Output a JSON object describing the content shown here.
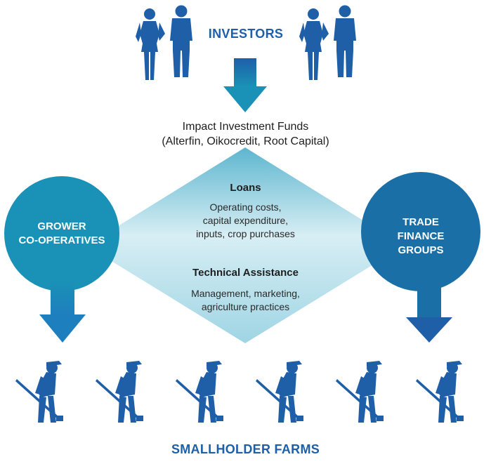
{
  "investors": {
    "label": "INVESTORS"
  },
  "funds": {
    "title": "Impact Investment Funds",
    "examples": "(Alterfin, Oikocredit, Root Capital)"
  },
  "loans": {
    "heading": "Loans",
    "line1": "Operating costs,",
    "line2": "capital expenditure,",
    "line3": "inputs, crop purchases"
  },
  "assistance": {
    "heading": "Technical Assistance",
    "line1": "Management, marketing,",
    "line2": "agriculture practices"
  },
  "left_circle": {
    "line1": "GROWER",
    "line2": "CO-OPERATIVES"
  },
  "right_circle": {
    "line1": "TRADE",
    "line2": "FINANCE",
    "line3": "GROUPS"
  },
  "farms": {
    "label": "SMALLHOLDER FARMS"
  },
  "colors": {
    "dark_blue": "#1e5fa8",
    "teal": "#1a91b6",
    "light_teal": "#bfe6ef"
  }
}
